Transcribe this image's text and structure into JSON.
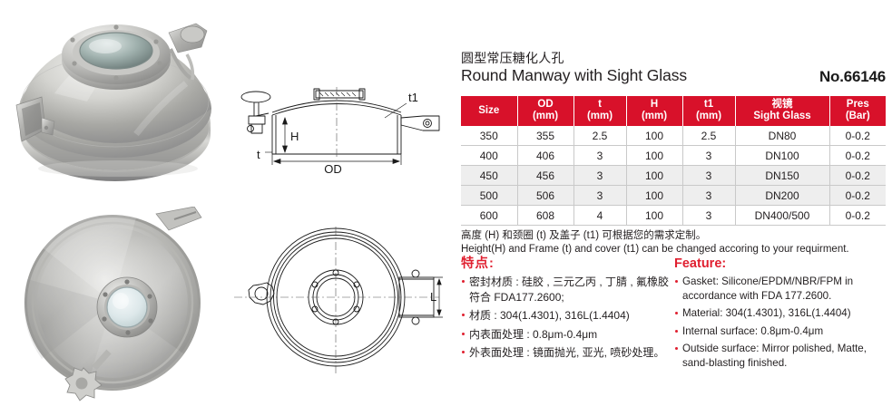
{
  "product": {
    "title_cn": "圆型常压糖化人孔",
    "title_en": "Round Manway with Sight Glass",
    "model_no": "No.66146"
  },
  "table": {
    "headers": [
      {
        "line1": "Size",
        "line2": ""
      },
      {
        "line1": "OD",
        "line2": "(mm)"
      },
      {
        "line1": "t",
        "line2": "(mm)"
      },
      {
        "line1": "H",
        "line2": "(mm)"
      },
      {
        "line1": "t1",
        "line2": "(mm)"
      },
      {
        "line1": "视镜",
        "line2": "Sight Glass"
      },
      {
        "line1": "Pres",
        "line2": "(Bar)"
      }
    ],
    "rows": [
      {
        "size": "350",
        "od": "355",
        "t": "2.5",
        "h": "100",
        "t1": "2.5",
        "sight_glass": "DN80",
        "pres": "0-0.2",
        "shaded": false
      },
      {
        "size": "400",
        "od": "406",
        "t": "3",
        "h": "100",
        "t1": "3",
        "sight_glass": "DN100",
        "pres": "0-0.2",
        "shaded": false
      },
      {
        "size": "450",
        "od": "456",
        "t": "3",
        "h": "100",
        "t1": "3",
        "sight_glass": "DN150",
        "pres": "0-0.2",
        "shaded": true
      },
      {
        "size": "500",
        "od": "506",
        "t": "3",
        "h": "100",
        "t1": "3",
        "sight_glass": "DN200",
        "pres": "0-0.2",
        "shaded": true
      },
      {
        "size": "600",
        "od": "608",
        "t": "4",
        "h": "100",
        "t1": "3",
        "sight_glass": "DN400/500",
        "pres": "0-0.2",
        "shaded": false
      }
    ],
    "note_cn": "高度 (H) 和颈圈 (t) 及盖子 (t1) 可根据您的需求定制。",
    "note_en": "Height(H) and Frame (t) and cover (t1) can be changed accoring to your requirment."
  },
  "features_cn": {
    "heading": "特点:",
    "items": [
      "密封材质 : 硅胶 , 三元乙丙 , 丁腈 , 氟橡胶符合 FDA177.2600;",
      "材质 : 304(1.4301), 316L(1.4404)",
      "内表面处理 : 0.8μm-0.4μm",
      "外表面处理 : 镜面抛光, 亚光, 喷砂处理。"
    ]
  },
  "features_en": {
    "heading": "Feature:",
    "items": [
      "Gasket: Silicone/EPDM/NBR/FPM in accordance with FDA 177.2600.",
      "Material: 304(1.4301), 316L(1.4404)",
      "Internal surface: 0.8μm-0.4μm",
      "Outside surface: Mirror polished, Matte, sand-blasting finished."
    ]
  },
  "drawings": {
    "side_view": {
      "labels": {
        "t1": "t1",
        "h": "H",
        "t": "t",
        "od": "OD"
      }
    },
    "top_view": {
      "labels": {
        "l": "L"
      }
    }
  },
  "colors": {
    "header_red": "#d8112a",
    "accent_red": "#e02030",
    "row_shade": "#eeeeee",
    "text": "#231f20"
  }
}
